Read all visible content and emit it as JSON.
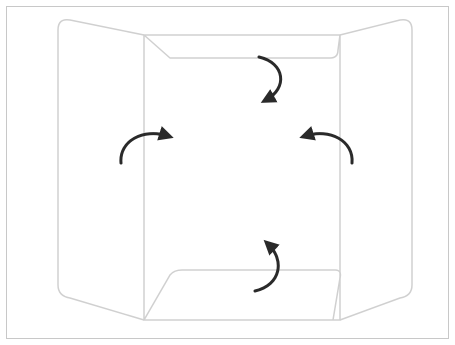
{
  "diagram": {
    "kind": "folding-instruction",
    "outline_color": "#d0d0d0",
    "frame_color": "#c8c8c8",
    "arrow_color": "#2a2a2a",
    "panels": [
      "left-flap",
      "right-flap",
      "top-flap",
      "bottom-flap",
      "center-panel"
    ],
    "arrows": [
      {
        "name": "fold-arrow-top",
        "direction": "down"
      },
      {
        "name": "fold-arrow-left",
        "direction": "right"
      },
      {
        "name": "fold-arrow-right",
        "direction": "left"
      },
      {
        "name": "fold-arrow-bottom",
        "direction": "up"
      }
    ]
  }
}
